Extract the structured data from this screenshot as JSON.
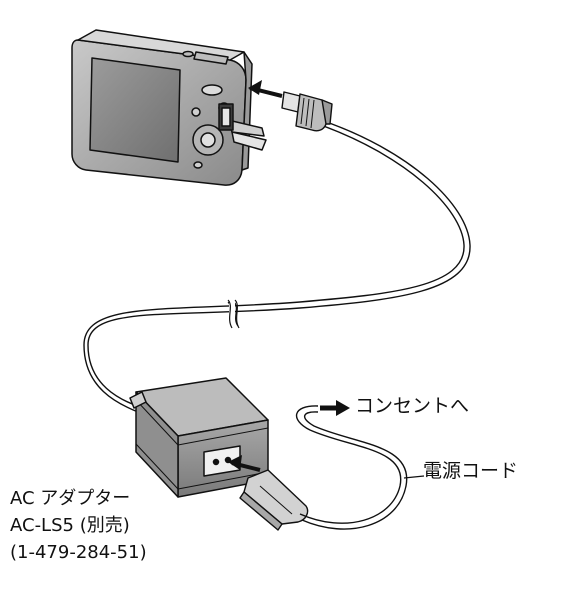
{
  "labels": {
    "outlet": "コンセントへ",
    "power_cord": "電源コード",
    "adapter_name": "AC アダプター",
    "adapter_model": "AC-LS5 (別売)",
    "adapter_part_number": "(1-479-284-51)"
  },
  "icons": {
    "camera": "digital-camera-icon",
    "usb_plug": "usb-plug-icon",
    "ac_adapter": "ac-adapter-icon",
    "power_plug": "power-plug-icon",
    "arrows": "arrow-right-icon"
  },
  "colors": {
    "line": "#111111",
    "body_fill": "#9a9a9a",
    "body_light": "#c8c8c8",
    "screen": "#7e7e7e"
  }
}
